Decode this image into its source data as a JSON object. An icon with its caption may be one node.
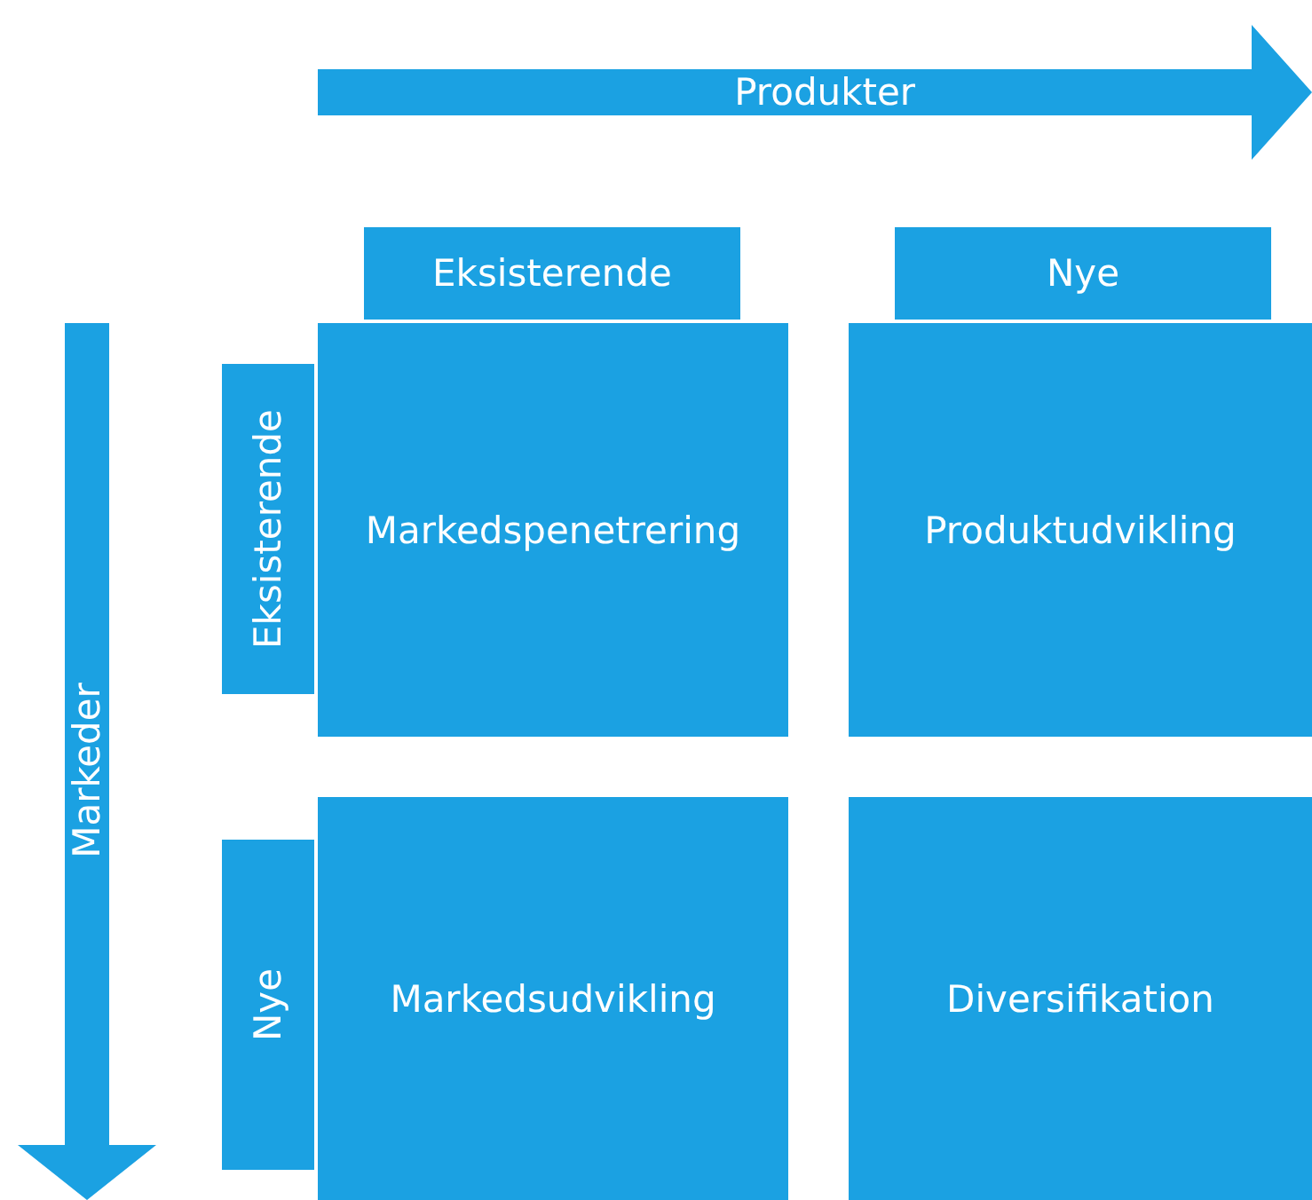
{
  "diagram": {
    "nodes": [
      {
        "text": [
          "Produkter"
        ]
      },
      {
        "text": [
          "Markeder"
        ]
      },
      {
        "text": [
          "Eksisterende"
        ]
      },
      {
        "text": [
          "Nye"
        ]
      },
      {
        "text": [
          "Eksisterende"
        ]
      },
      {
        "text": [
          "Nye"
        ]
      },
      {
        "text": [
          "Markedspenetrering"
        ]
      },
      {
        "text": [
          "Produktudvikling"
        ]
      },
      {
        "text": [
          "Markedsudvikling"
        ]
      },
      {
        "text": [
          "Diversifikation"
        ]
      }
    ]
  }
}
